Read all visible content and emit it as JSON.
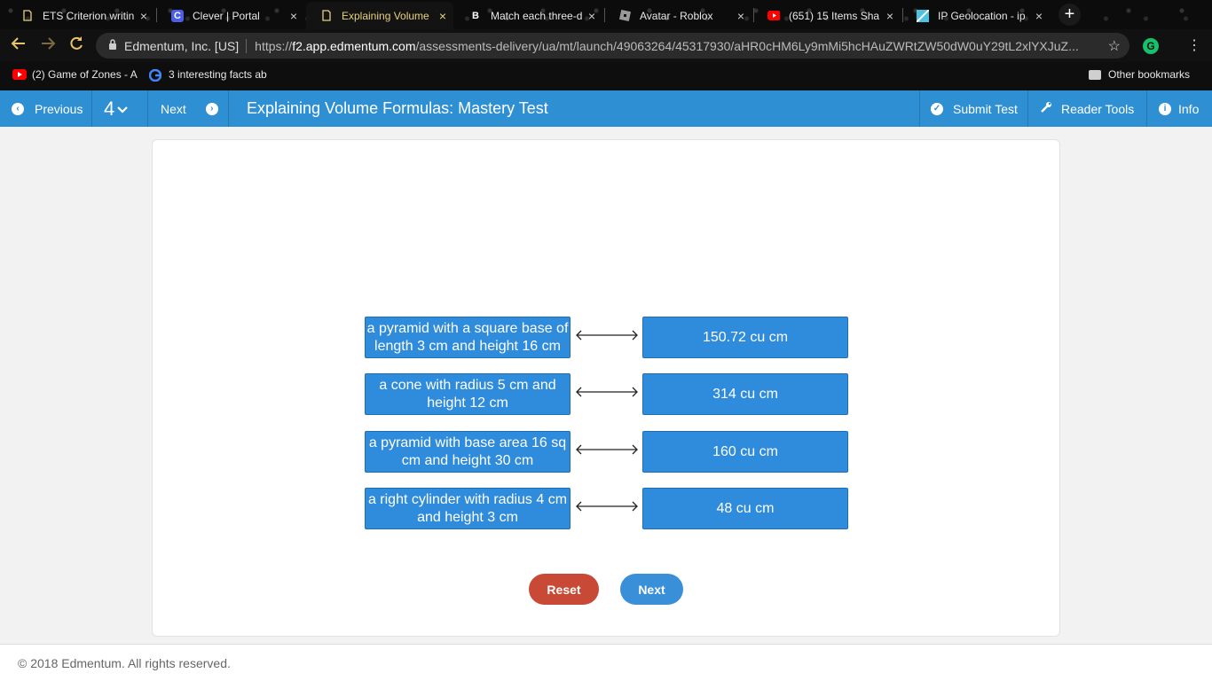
{
  "browser": {
    "tabs": [
      {
        "title": "ETS Criterion writin",
        "fav": "doc"
      },
      {
        "title": "Clever | Portal",
        "fav": "C"
      },
      {
        "title": "Explaining Volume",
        "fav": "doc"
      },
      {
        "title": "Match each three-d",
        "fav": "B"
      },
      {
        "title": "Avatar - Roblox",
        "fav": "roblox"
      },
      {
        "title": "(651) 15 Items Sha",
        "fav": "yt"
      },
      {
        "title": "IP Geolocation - ip",
        "fav": "ip"
      }
    ],
    "tab_close": "×",
    "new_tab": "+",
    "org": "Edmentum, Inc. [US]",
    "url_scheme": "https://",
    "url_host": "f2.app.edmentum.com",
    "url_path": "/assessments-delivery/ua/mt/launch/49063264/45317930/aHR0cHM6Ly9mMi5hcHAuZWRtZW50dW0uY29tL2xlYXJuZ...",
    "bookmarks": [
      {
        "label": "(2) Game of Zones - A"
      },
      {
        "label": "3 interesting facts ab"
      }
    ],
    "other_bookmarks": "Other bookmarks"
  },
  "header": {
    "previous": "Previous",
    "page": "4",
    "next": "Next",
    "title": "Explaining Volume Formulas: Mastery Test",
    "submit": "Submit Test",
    "reader_tools": "Reader Tools",
    "info": "Info"
  },
  "matching": {
    "left": [
      "a pyramid with a square base of length 3 cm and height 16 cm",
      "a cone with radius 5 cm and height 12 cm",
      "a pyramid with base area 16 sq cm and height 30 cm",
      "a right cylinder with radius 4 cm and height 3 cm"
    ],
    "right": [
      "150.72 cu cm",
      "314 cu cm",
      "160 cu cm",
      "48 cu cm"
    ]
  },
  "actions": {
    "reset": "Reset",
    "next": "Next"
  },
  "footer": {
    "copyright": "© 2018 Edmentum. All rights reserved."
  },
  "colors": {
    "accent": "#2f8fd3",
    "tile": "#2f8bdb",
    "reset": "#c84a36"
  }
}
